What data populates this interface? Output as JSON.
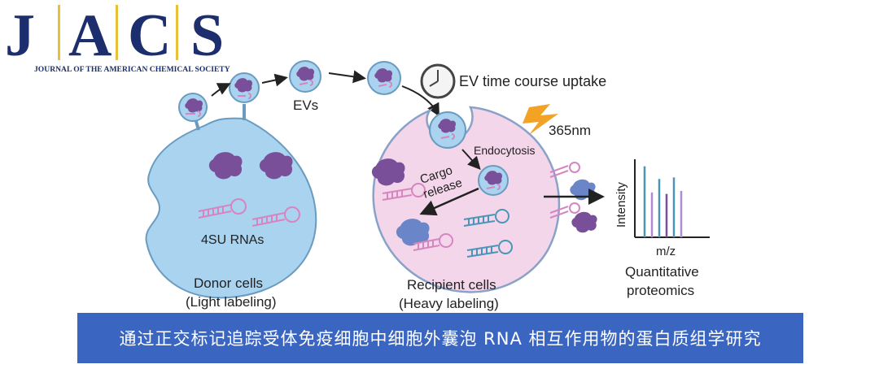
{
  "logo": {
    "letters": [
      "J",
      "A",
      "C",
      "S"
    ],
    "subtitle": "JOURNAL OF THE AMERICAN CHEMICAL SOCIETY",
    "color": "#1d2e6e",
    "bar_color": "#e8c03a"
  },
  "labels": {
    "evs": "EVs",
    "time_course": "EV time course uptake",
    "wavelength": "365nm",
    "endocytosis": "Endocytosis",
    "cargo": "Cargo",
    "release": "release",
    "rna": "4SU RNAs",
    "donor_line1": "Donor cells",
    "donor_line2": "(Light labeling)",
    "recipient_line1": "Recipient cells",
    "recipient_line2": "(Heavy labeling)",
    "ms_y": "Intensity",
    "ms_x": "m/z",
    "quant_line1": "Quantitative",
    "quant_line2": "proteomics"
  },
  "caption": {
    "text": "通过正交标记追踪受体免疫细胞中细胞外囊泡  RNA  相互作用物的蛋白质组学研究",
    "background": "#3a66c2"
  },
  "colors": {
    "donor_cell": "#a9d3ee",
    "recipient_cell": "#f3d6ea",
    "protein_purple": "#7a4f9a",
    "protein_blue": "#6b86c8",
    "rna_pink": "#d685c0",
    "rna_blue": "#4a95b8"
  },
  "chart_data": {
    "type": "bar",
    "title": "",
    "xlabel": "m/z",
    "ylabel": "Intensity",
    "series": [
      {
        "values": [
          0.95,
          0.78,
          0.8
        ]
      },
      {
        "values": [
          0.6,
          0.58,
          0.62
        ]
      }
    ],
    "ylim": [
      0,
      1
    ],
    "grid": false
  }
}
